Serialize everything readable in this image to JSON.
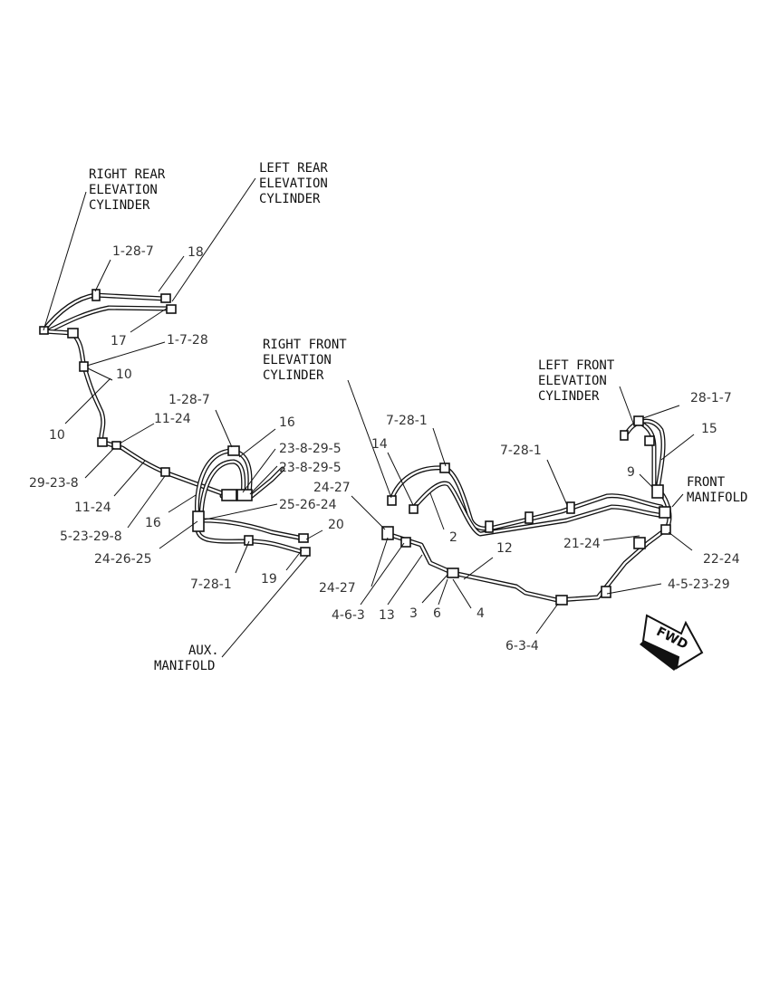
{
  "captions": {
    "right_rear": [
      "RIGHT REAR",
      "ELEVATION",
      "CYLINDER"
    ],
    "left_rear": [
      "LEFT REAR",
      "ELEVATION",
      "CYLINDER"
    ],
    "right_front": [
      "RIGHT FRONT",
      "ELEVATION",
      "CYLINDER"
    ],
    "left_front": [
      "LEFT FRONT",
      "ELEVATION",
      "CYLINDER"
    ],
    "front_manifold": [
      "FRONT",
      "MANIFOLD"
    ],
    "aux_manifold": [
      "AUX.",
      "MANIFOLD"
    ]
  },
  "callouts": {
    "c1_28_7_top": "1-28-7",
    "c18": "18",
    "c17": "17",
    "c1_7_28": "1-7-28",
    "c10_a": "10",
    "c10_b": "10",
    "c11_24_a": "11-24",
    "c29_23_8": "29-23-8",
    "c11_24_b": "11-24",
    "c5_23_29_8": "5-23-29-8",
    "c24_26_25": "24-26-25",
    "c1_28_7_mid": "1-28-7",
    "c16_a": "16",
    "c23_8_29_5_a": "23-8-29-5",
    "c23_8_29_5_b": "23-8-29-5",
    "c25_26_24": "25-26-24",
    "c16_b": "16",
    "c20": "20",
    "c7_28_1_left": "7-28-1",
    "c19": "19",
    "c14": "14",
    "c7_28_1_a": "7-28-1",
    "c2": "2",
    "c24_27_a": "24-27",
    "c24_27_b": "24-27",
    "c4_6_3": "4-6-3",
    "c13": "13",
    "c3": "3",
    "c6": "6",
    "c4": "4",
    "c12": "12",
    "c7_28_1_b": "7-28-1",
    "c6_3_4": "6-3-4",
    "c28_1_7": "28-1-7",
    "c15": "15",
    "c9": "9",
    "c21_24": "21-24",
    "c22_24": "22-24",
    "c4_5_23_29": "4-5-23-29"
  },
  "fwd_label": "FWD"
}
